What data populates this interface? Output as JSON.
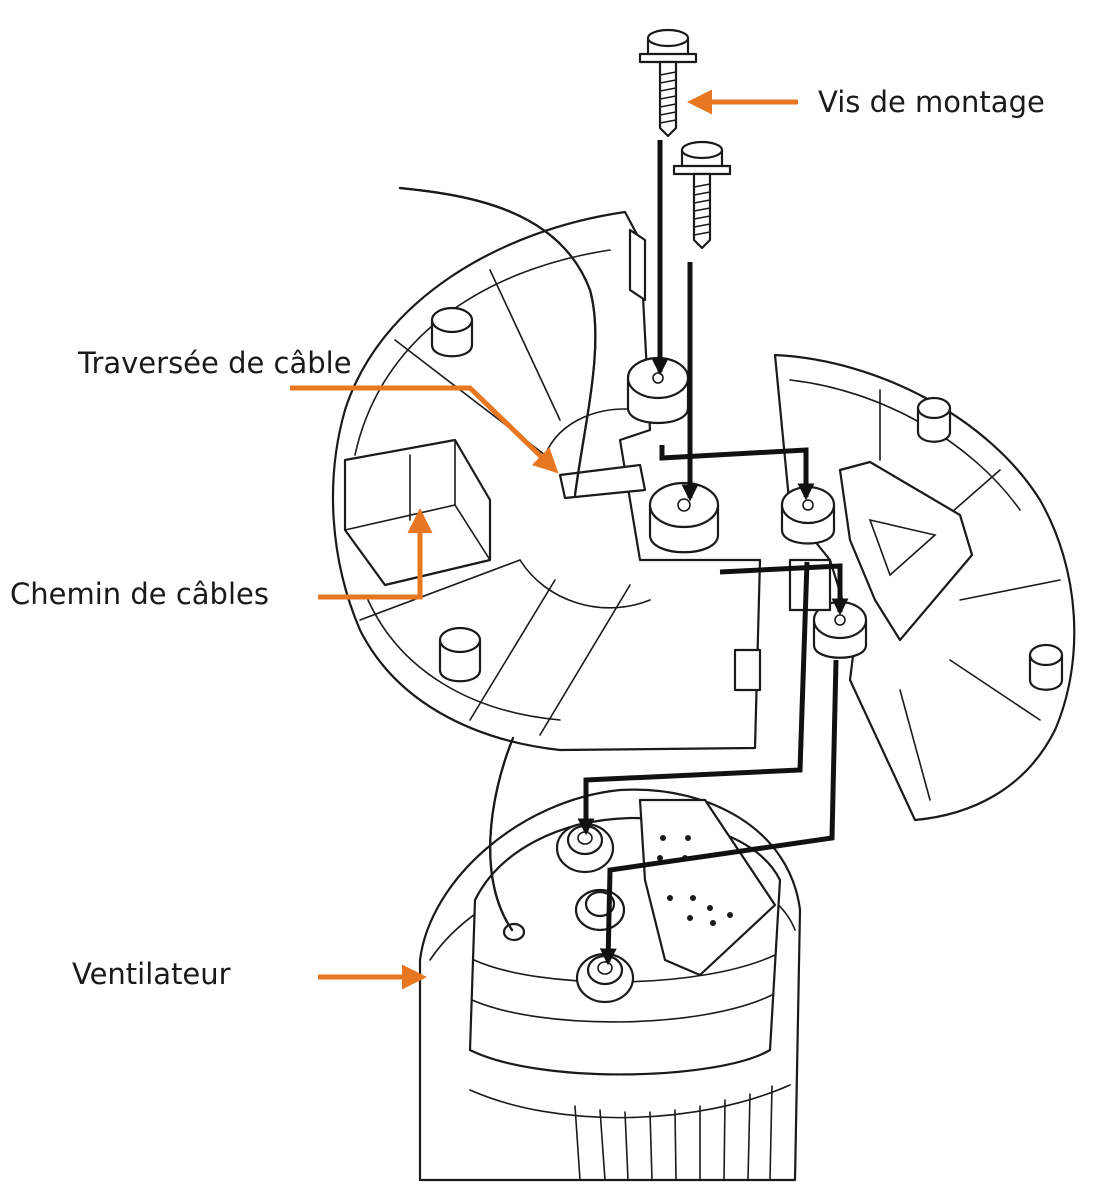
{
  "labels": {
    "mounting_screw": "Vis de montage",
    "cable_grommet": "Traversée de câble",
    "cable_tray": "Chemin de câbles",
    "fan": "Ventilateur"
  },
  "colors": {
    "callout": "#E87722",
    "line": "#1a1a1a",
    "background": "#ffffff"
  }
}
